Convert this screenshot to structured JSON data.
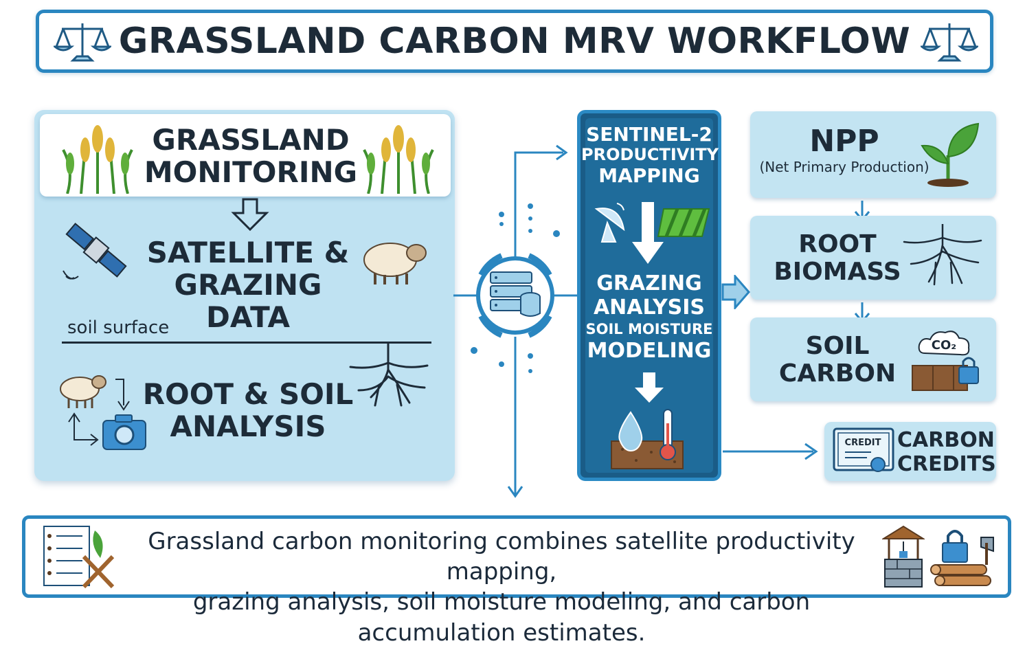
{
  "title": "GRASSLAND CARBON MRV WORKFLOW",
  "left": {
    "monitoring_line1": "GRASSLAND",
    "monitoring_line2": "MONITORING",
    "satellite_line1": "SATELLITE &",
    "satellite_line2": "GRAZING DATA",
    "soil_surface": "soil surface",
    "root_line1": "ROOT & SOIL",
    "root_line2": "ANALYSIS"
  },
  "center": {
    "sentinel_line1": "SENTINEL-2",
    "sentinel_line2": "PRODUCTIVITY",
    "sentinel_line3": "MAPPING",
    "grazing_line1": "GRAZING",
    "grazing_line2": "ANALYSIS",
    "soil_moisture": "SOIL MOISTURE",
    "modeling": "MODELING"
  },
  "right": {
    "npp_title": "NPP",
    "npp_sub": "(Net Primary Production)",
    "root_line1": "ROOT",
    "root_line2": "BIOMASS",
    "soil_line1": "SOIL",
    "soil_line2": "CARBON",
    "co2": "CO₂",
    "credits_line1": "CARBON",
    "credits_line2": "CREDITS",
    "credit_badge": "CREDIT"
  },
  "bottom": {
    "line1": "Grassland carbon monitoring combines satellite productivity mapping,",
    "line2": "grazing analysis, soil moisture modeling, and carbon accumulation estimates."
  },
  "colors": {
    "accent": "#2a86c0",
    "panel": "#bfe2f2",
    "center_dark": "#1a5c87",
    "text_dark": "#1d2b38"
  },
  "icons": [
    "scale-icon",
    "wheat-icon",
    "satellite-icon",
    "sheep-icon",
    "roots-icon",
    "camera-icon",
    "database-icon",
    "dish-icon",
    "field-icon",
    "water-drop-icon",
    "thermometer-icon",
    "sprout-icon",
    "co2-cloud-icon",
    "lock-icon",
    "certificate-icon",
    "checklist-icon",
    "well-icon",
    "logs-icon"
  ]
}
